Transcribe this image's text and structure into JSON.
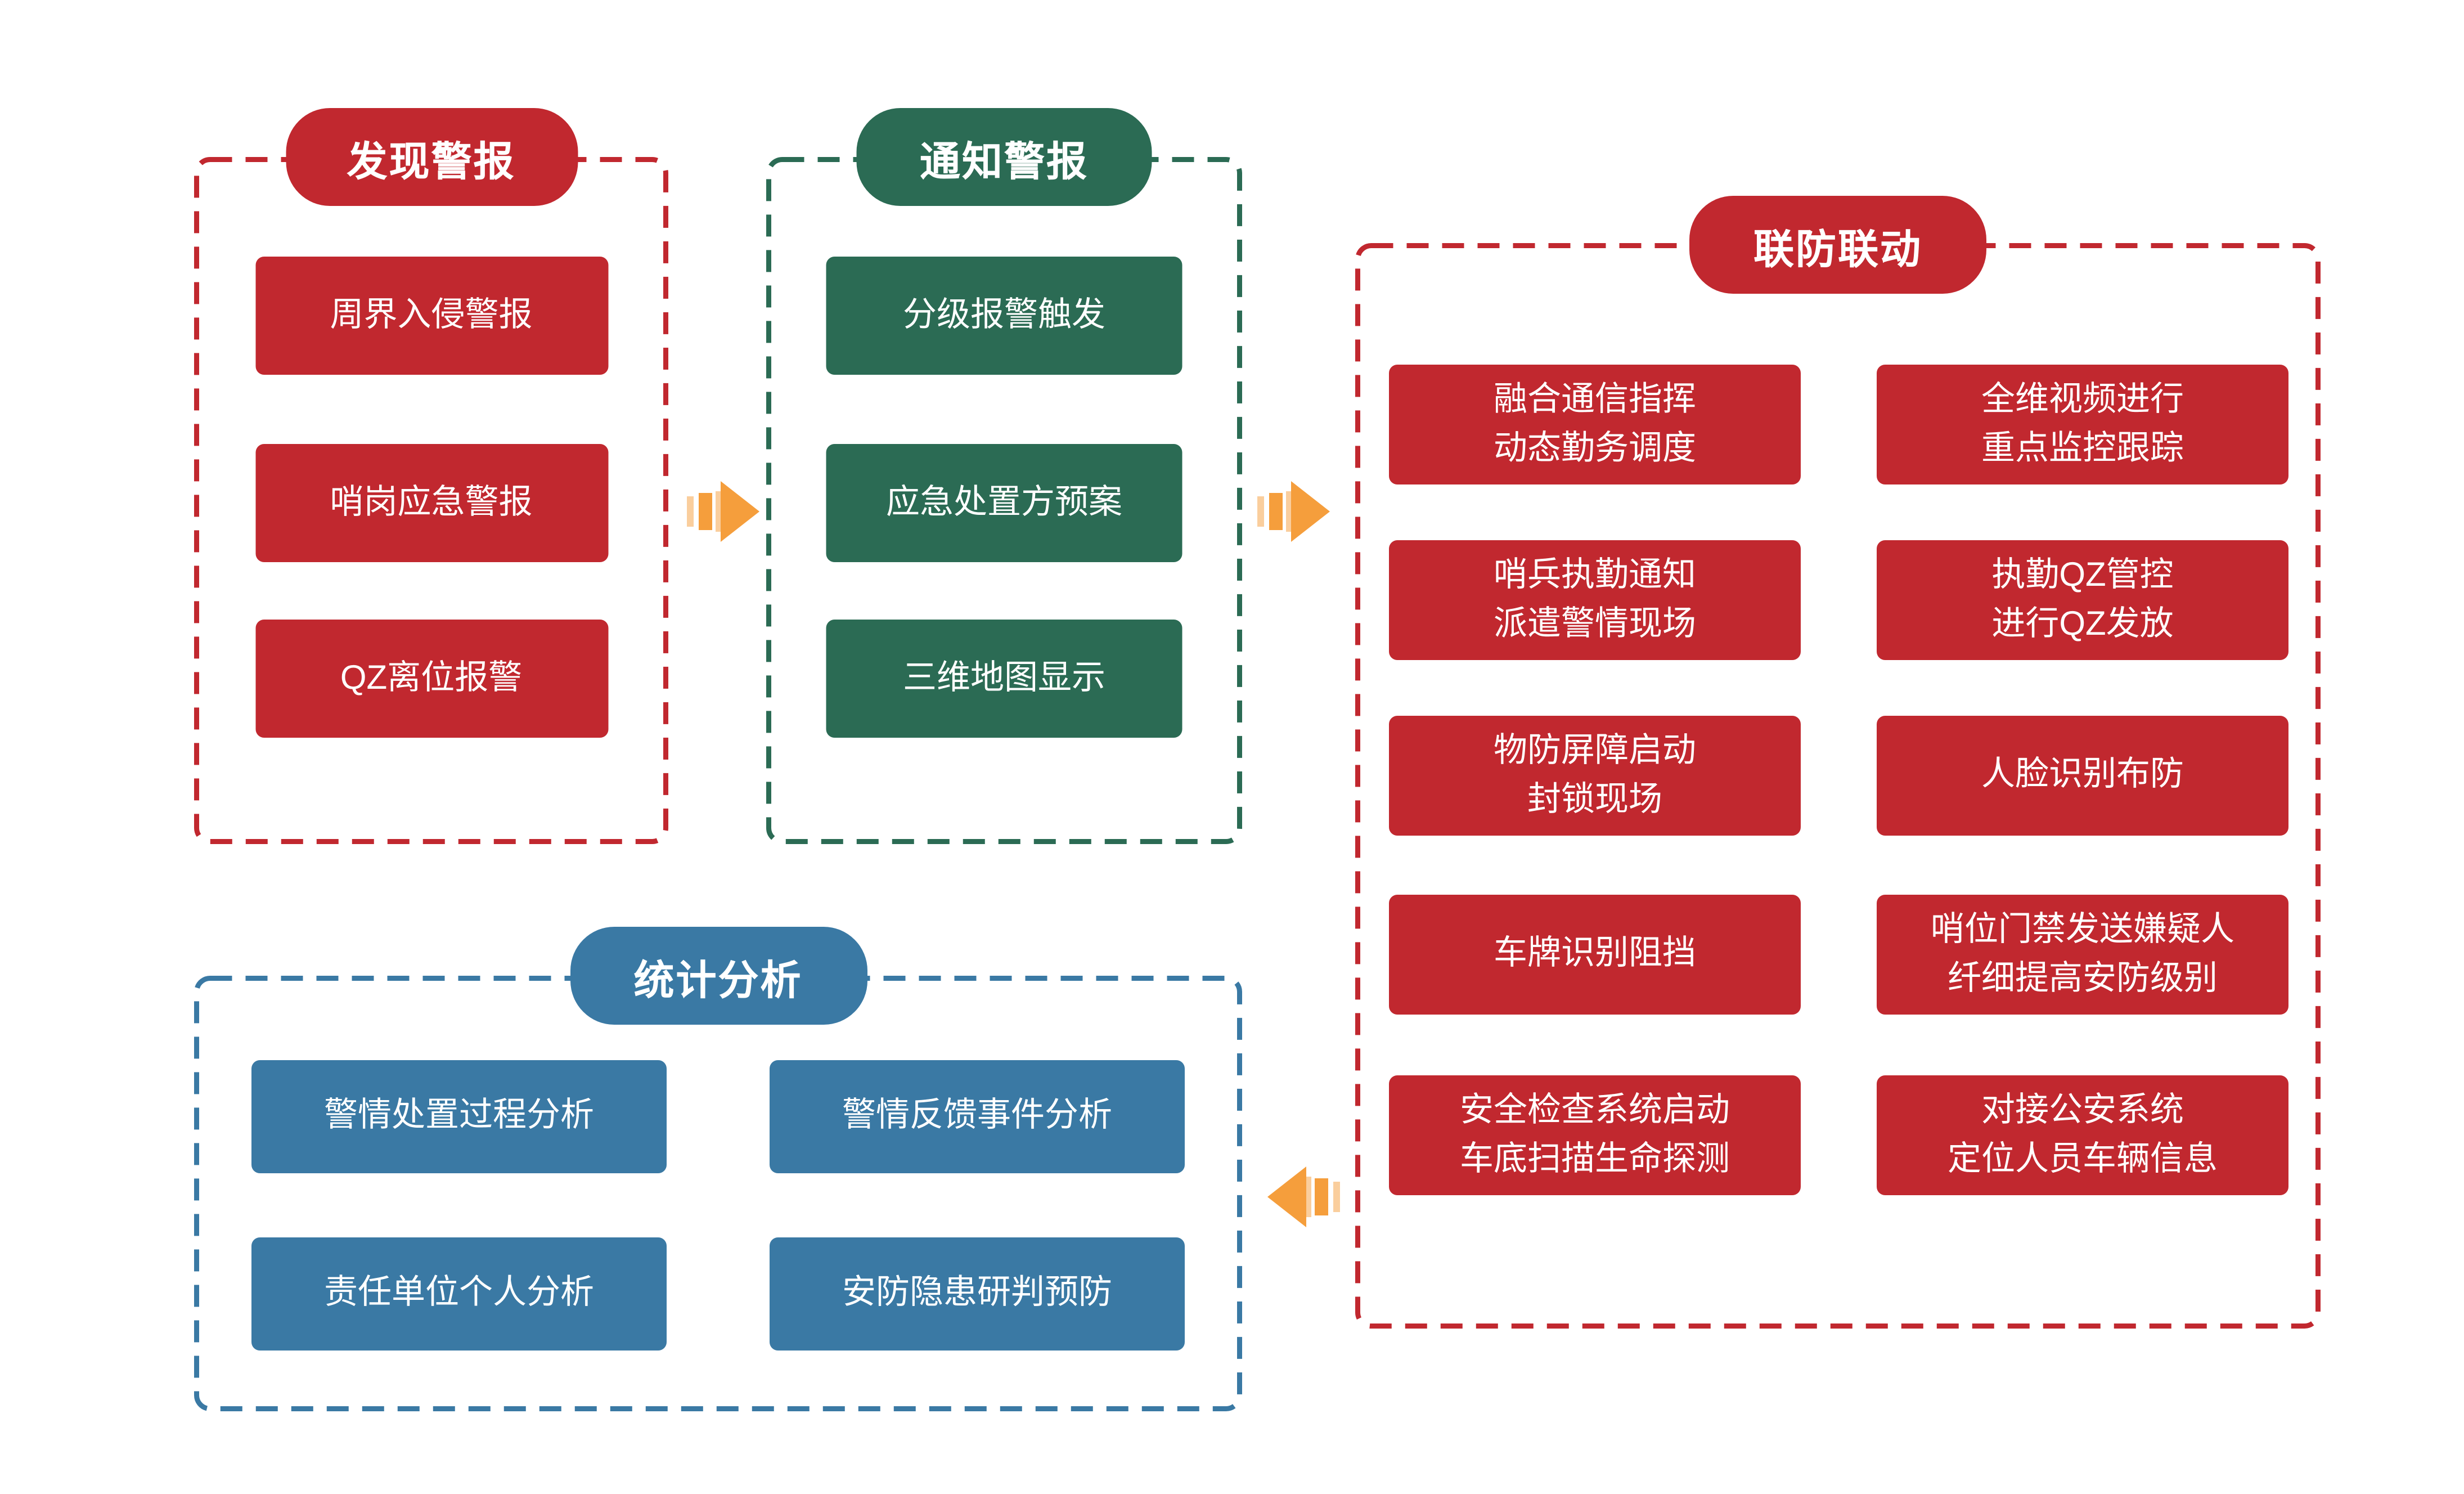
{
  "colors": {
    "red": "#C1282F",
    "green": "#2B6B54",
    "blue": "#3A79A4",
    "orange": "#F59E3C",
    "background": "#FFFFFF"
  },
  "diagram": {
    "discover": {
      "title": "发现警报",
      "items": [
        "周界入侵警报",
        "哨岗应急警报",
        "QZ离位报警"
      ]
    },
    "notify": {
      "title": "通知警报",
      "items": [
        "分级报警触发",
        "应急处置方预案",
        "三维地图显示"
      ]
    },
    "joint": {
      "title": "联防联动",
      "left_items": [
        "融合通信指挥\n动态勤务调度",
        "哨兵执勤通知\n派遣警情现场",
        "物防屏障启动\n封锁现场",
        "车牌识别阻挡",
        "安全检查系统启动\n车底扫描生命探测"
      ],
      "right_items": [
        "全维视频进行\n重点监控跟踪",
        "执勤QZ管控\n进行QZ发放",
        "人脸识别布防",
        "哨位门禁发送嫌疑人\n纤细提高安防级别",
        "对接公安系统\n定位人员车辆信息"
      ]
    },
    "stats": {
      "title": "统计分析",
      "items": [
        "警情处置过程分析",
        "警情反馈事件分析",
        "责任单位个人分析",
        "安防隐患研判预防"
      ]
    }
  },
  "arrows": [
    {
      "id": "discover-to-notify",
      "direction": "right"
    },
    {
      "id": "notify-to-joint",
      "direction": "right"
    },
    {
      "id": "joint-to-stats",
      "direction": "left"
    }
  ]
}
